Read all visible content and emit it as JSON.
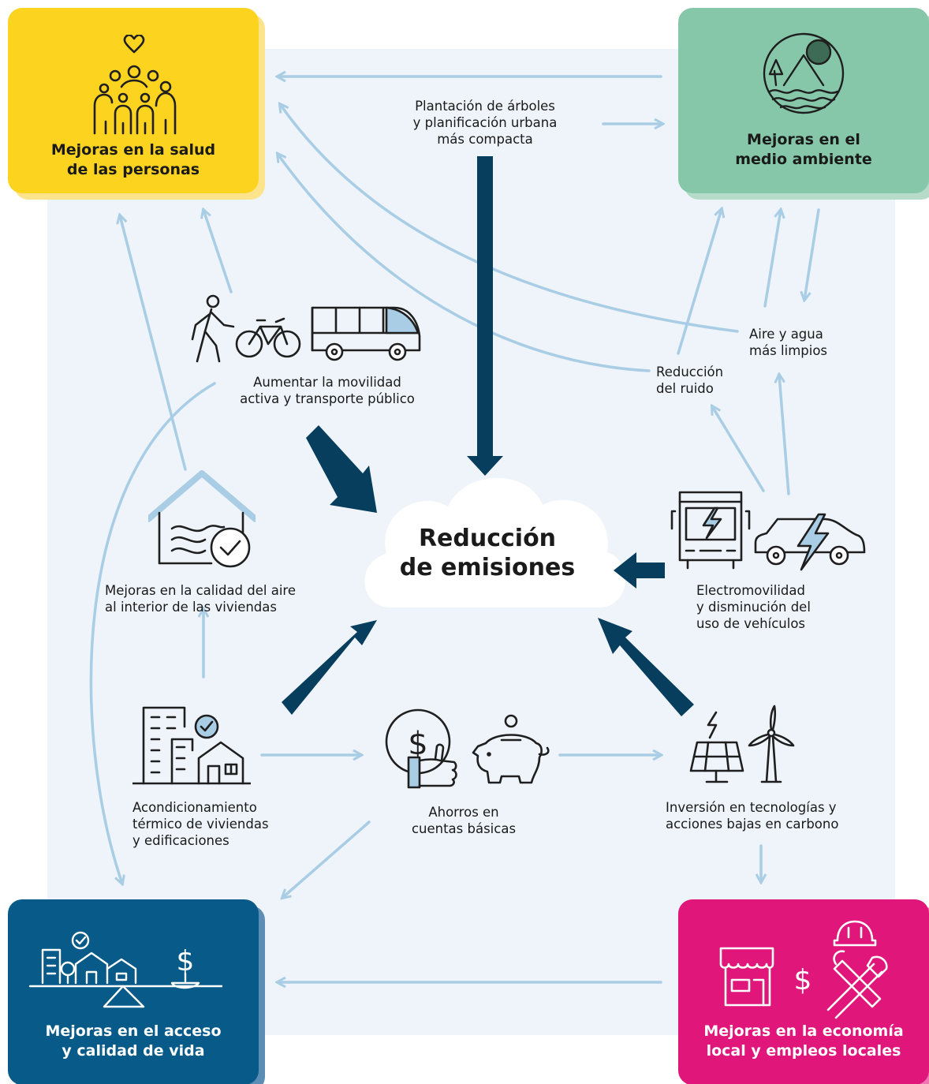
{
  "colors": {
    "health": "#fcd31f",
    "environment": "#86c7a9",
    "access": "#085a88",
    "economy": "#e0167a",
    "arrow_light": "#a9cde5",
    "arrow_dark": "#073d5d",
    "background": "#eef4f9",
    "icon_stroke": "#1f1f1f"
  },
  "center": {
    "line1": "Reducción",
    "line2": "de emisiones"
  },
  "outcomes": {
    "health": {
      "line1": "Mejoras en la salud",
      "line2": "de las personas",
      "icon": "family-heart-icon"
    },
    "environment": {
      "line1": "Mejoras en el",
      "line2": "medio ambiente",
      "icon": "mountain-tree-water-icon"
    },
    "access": {
      "line1": "Mejoras en el acceso",
      "line2": "y calidad de vida",
      "icon": "city-balance-dollar-icon"
    },
    "economy": {
      "line1": "Mejoras en la economía",
      "line2": "local y empleos locales",
      "icon": "store-dollar-tools-icon"
    }
  },
  "actions": {
    "trees": {
      "line1": "Plantación de árboles",
      "line2": "y planificación urbana",
      "line3": "más compacta"
    },
    "mobility": {
      "line1": "Aumentar la movilidad",
      "line2": "activa y transporte público",
      "icon": "walk-bike-bus-icon"
    },
    "indoor_air": {
      "line1": "Mejoras en la calidad del aire",
      "line2": "al interior de las viviendas",
      "icon": "house-check-icon"
    },
    "electro": {
      "line1": "Electromovilidad",
      "line2": "y disminución del",
      "line3": "uso de vehículos",
      "icon": "electric-bus-car-icon"
    },
    "thermal": {
      "line1": "Acondicionamiento",
      "line2": "térmico de viviendas",
      "line3": "y edificaciones",
      "icon": "buildings-check-icon"
    },
    "savings": {
      "line1": "Ahorros en",
      "line2": "cuentas básicas",
      "icon": "coin-piggybank-icon"
    },
    "investment": {
      "line1": "Inversión en tecnologías y",
      "line2": "acciones bajas en carbono",
      "icon": "solar-wind-icon"
    },
    "noise": {
      "line1": "Reducción",
      "line2": "del ruido"
    },
    "air_water": {
      "line1": "Aire y agua",
      "line2": "más limpios"
    }
  }
}
